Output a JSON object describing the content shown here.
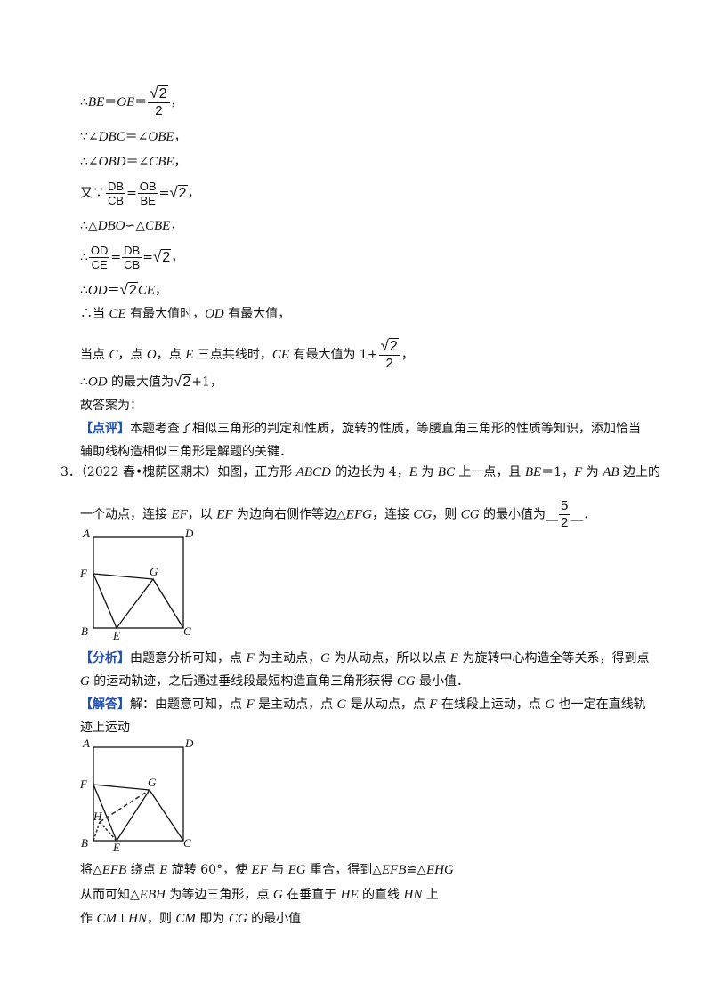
{
  "lines": {
    "l1_a": "∴",
    "l1_b": "BE",
    "l1_c": "＝",
    "l1_d": "OE",
    "l1_e": "＝",
    "l1_f": "，",
    "l1_frac_num": "2",
    "l1_frac_den": "2",
    "l2_a": "∵∠",
    "l2_b": "DBC",
    "l2_c": "＝∠",
    "l2_d": "OBE",
    "l2_e": "，",
    "l3_a": "∴∠",
    "l3_b": "OBD",
    "l3_c": "＝∠",
    "l3_d": "CBE",
    "l3_e": "，",
    "l4_a": "又∵",
    "l4_f1n": "DB",
    "l4_f1d": "CB",
    "l4_eq1": "=",
    "l4_f2n": "OB",
    "l4_f2d": "BE",
    "l4_eq2": "=",
    "l4_rad": "2",
    "l4_end": "，",
    "l5_a": "∴△",
    "l5_b": "DBO",
    "l5_c": "∽△",
    "l5_d": "CBE",
    "l5_e": "，",
    "l6_a": "∴",
    "l6_f1n": "OD",
    "l6_f1d": "CE",
    "l6_eq1": "=",
    "l6_f2n": "DB",
    "l6_f2d": "CB",
    "l6_eq2": "=",
    "l6_rad": "2",
    "l6_end": "，",
    "l7_a": "∴",
    "l7_b": "OD",
    "l7_c": "＝",
    "l7_rad": "2",
    "l7_d": "CE",
    "l7_e": "，",
    "l8_a": "∴当 ",
    "l8_b": "CE",
    "l8_c": " 有最大值时，",
    "l8_d": "OD",
    "l8_e": " 有最大值，",
    "l9_a": "当点 ",
    "l9_b": "C",
    "l9_c": "，点 ",
    "l9_d": "O",
    "l9_e": "，点 ",
    "l9_f": "E",
    "l9_g": " 三点共线时，",
    "l9_h": "CE",
    "l9_i": " 有最大值为 1+",
    "l9_num": "2",
    "l9_den": "2",
    "l9_end": "，",
    "l10_a": "∴",
    "l10_b": "OD",
    "l10_c": " 的最大值为",
    "l10_rad": "2",
    "l10_d": "+1，",
    "l11": "故答案为：",
    "l12_tag": "【点评】",
    "l12_txt": "本题考查了相似三角形的判定和性质，旋转的性质，等腰直角三角形的性质等知识，添加恰当",
    "l13": "辅助线构造相似三角形是解题的关键．",
    "q3_num": "3．",
    "q3_a": "（2022 春•槐荫区期末）如图，正方形 ",
    "q3_b": "ABCD",
    "q3_c": " 的边长为 4，",
    "q3_d": "E",
    "q3_e": " 为 ",
    "q3_f": "BC",
    "q3_g": " 上一点，且 ",
    "q3_h": "BE",
    "q3_i": "＝1，",
    "q3_j": "F",
    "q3_k": " 为 ",
    "q3_l": "AB",
    "q3_m": " 边上的",
    "q3b_a": "一个动点，连接 ",
    "q3b_b": "EF",
    "q3b_c": "，以 ",
    "q3b_d": "EF",
    "q3b_e": " 为边向右侧作等边△",
    "q3b_f": "EFG",
    "q3b_g": "，连接 ",
    "q3b_h": "CG",
    "q3b_i": "，则 ",
    "q3b_j": "CG",
    "q3b_k": " 的最小值为__",
    "q3b_num": "5",
    "q3b_den": "2",
    "q3b_end": "__．",
    "an_tag": "【分析】",
    "an_a": "由题意分析可知，点 ",
    "an_b": "F",
    "an_c": " 为主动点，",
    "an_d": "G",
    "an_e": " 为从动点，所以以点 ",
    "an_f": "E",
    "an_g": " 为旋转中心构造全等关系，得到点",
    "an2_a": "G",
    "an2_b": " 的运动轨迹，之后通过垂线段最短构造直角三角形获得 ",
    "an2_c": "CG",
    "an2_d": " 最小值．",
    "so_tag": "【解答】",
    "so_a": "解：由题意可知，点 ",
    "so_b": "F",
    "so_c": " 是主动点，点 ",
    "so_d": "G",
    "so_e": " 是从动点，点 ",
    "so_f": "F",
    "so_g": " 在线段上运动，点 ",
    "so_h": "G",
    "so_i": " 也一定在直线轨",
    "so2": "迹上运动",
    "r1_a": "将△",
    "r1_b": "EFB",
    "r1_c": " 绕点 ",
    "r1_d": "E",
    "r1_e": " 旋转 60°，使 ",
    "r1_f": "EF",
    "r1_g": " 与 ",
    "r1_h": "EG",
    "r1_i": " 重合，得到△",
    "r1_j": "EFB",
    "r1_k": "≌△",
    "r1_l": "EHG",
    "r2_a": "从而可知△",
    "r2_b": "EBH",
    "r2_c": " 为等边三角形，点 ",
    "r2_d": "G",
    "r2_e": " 在垂直于 ",
    "r2_f": "HE",
    "r2_g": " 的直线 ",
    "r2_h": "HN",
    "r2_i": " 上",
    "r3_a": "作 ",
    "r3_b": "CM",
    "r3_c": "⊥",
    "r3_d": "HN",
    "r3_e": "，则 ",
    "r3_f": "CM",
    "r3_g": " 即为 ",
    "r3_h": "CG",
    "r3_i": " 的最小值"
  },
  "figure1": {
    "labels": {
      "A": "A",
      "D": "D",
      "F": "F",
      "G": "G",
      "B": "B",
      "E": "E",
      "C": "C"
    }
  },
  "figure2": {
    "labels": {
      "A": "A",
      "D": "D",
      "F": "F",
      "G": "G",
      "H": "H",
      "B": "B",
      "E": "E",
      "C": "C"
    }
  },
  "colors": {
    "tag": "#1f4fb5"
  }
}
